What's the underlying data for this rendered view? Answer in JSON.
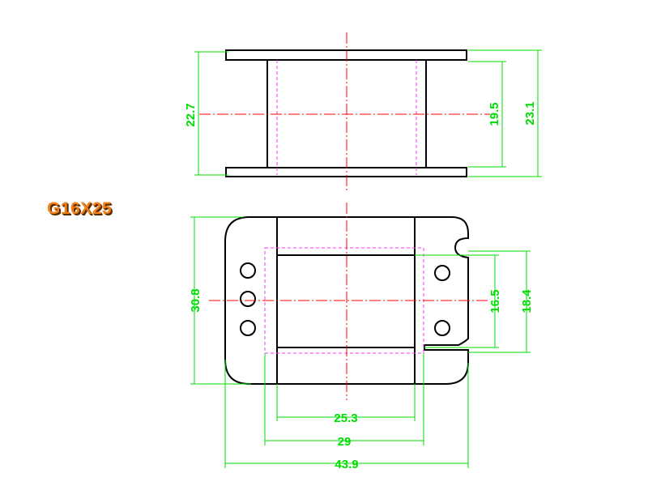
{
  "title": "G16X25",
  "colors": {
    "outline": "#000000",
    "dimension": "#00dd00",
    "hidden_line": "#ff33ff",
    "center_line": "#ff0000",
    "title": "#f08018"
  },
  "dimensions": {
    "top_left_height": "22.7",
    "top_inner_height": "19.5",
    "top_outer_height": "23.1",
    "bottom_height": "30.8",
    "bottom_inner_height": "16.5",
    "bottom_outer_height": "18.4",
    "width_inner": "25.3",
    "width_mid": "29",
    "width_overall": "43.9"
  }
}
